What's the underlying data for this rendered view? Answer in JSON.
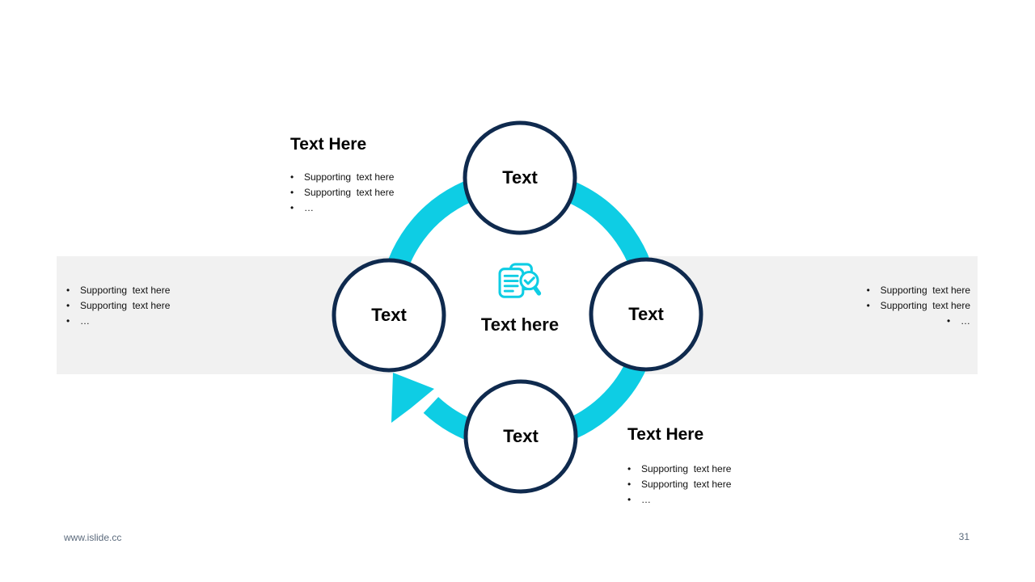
{
  "colors": {
    "accent_cyan": "#0ECDE4",
    "node_border_navy": "#0F2A4E",
    "band_gray": "#F1F1F1",
    "footer_gray_blue": "#5C6B7D"
  },
  "diagram": {
    "type": "cycle",
    "direction": "clockwise",
    "center": {
      "icon": "documents-search-check-icon",
      "label": "Text here"
    },
    "nodes": [
      {
        "position": "top",
        "label": "Text"
      },
      {
        "position": "right",
        "label": "Text"
      },
      {
        "position": "bottom",
        "label": "Text"
      },
      {
        "position": "left",
        "label": "Text"
      }
    ]
  },
  "text_blocks": {
    "top_left": {
      "heading": "Text Here",
      "bullets": [
        "Supporting  text here",
        "Supporting  text here",
        "…"
      ]
    },
    "middle_left": {
      "bullets": [
        "Supporting  text here",
        "Supporting  text here",
        "…"
      ]
    },
    "middle_right": {
      "bullets": [
        "Supporting  text here",
        "Supporting  text here",
        "…"
      ]
    },
    "bottom_right": {
      "heading": "Text Here",
      "bullets": [
        "Supporting  text here",
        "Supporting  text here",
        "…"
      ]
    }
  },
  "footer": {
    "website": "www.islide.cc",
    "page_number": "31"
  }
}
